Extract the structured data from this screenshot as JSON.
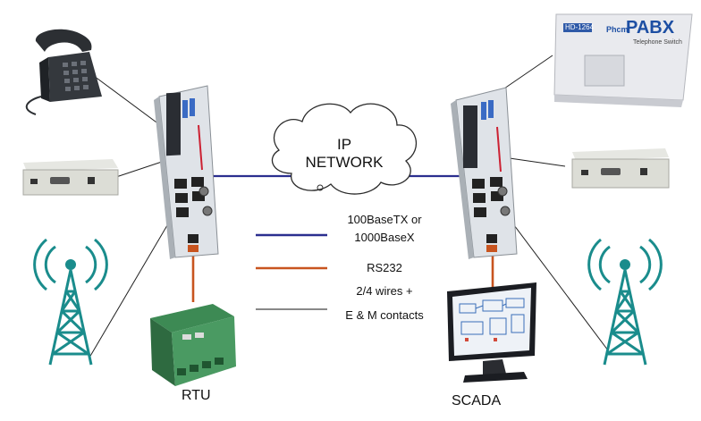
{
  "cloud": {
    "line1": "IP",
    "line2": "NETWORK"
  },
  "legend": [
    {
      "text_a": "100BaseTX or",
      "text_b": "1000BaseX",
      "color": "#2b2f8f"
    },
    {
      "text_a": "RS232",
      "color": "#c8541f"
    },
    {
      "text_a": "2/4 wires +",
      "text_b": "E & M contacts",
      "color": "#111111"
    }
  ],
  "labels": {
    "rtu": "RTU",
    "scada": "SCADA"
  },
  "pabx": {
    "model": "HD-1264",
    "brand": "Phcm",
    "title": "PABX",
    "subtitle": "Telephone Switch"
  },
  "colors": {
    "ethernet": "#2b2f8f",
    "serial": "#c8541f",
    "wire": "#111111",
    "tower": "#1a8c8c"
  }
}
